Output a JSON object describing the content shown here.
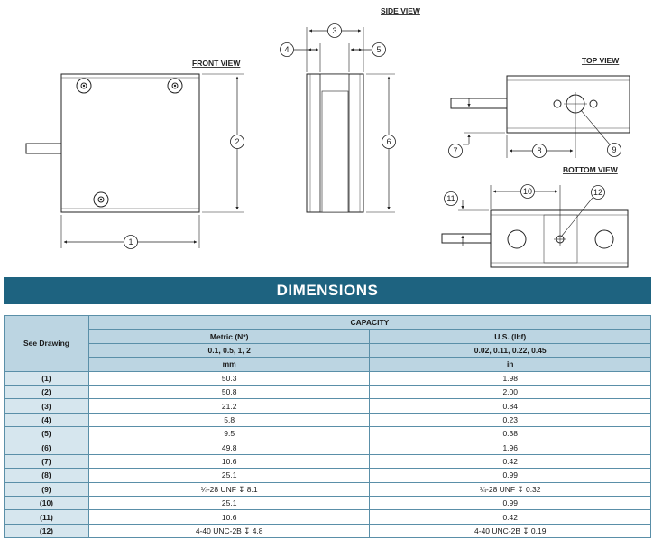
{
  "drawing": {
    "front_view": "FRONT VIEW",
    "side_view": "SIDE VIEW",
    "top_view": "TOP VIEW",
    "bottom_view": "BOTTOM VIEW",
    "callouts": [
      "1",
      "2",
      "3",
      "4",
      "5",
      "6",
      "7",
      "8",
      "9",
      "10",
      "11",
      "12"
    ]
  },
  "section": {
    "title": "DIMENSIONS"
  },
  "table": {
    "see_drawing": "See Drawing",
    "capacity": "CAPACITY",
    "metric": {
      "label": "Metric (N*)",
      "capacities": "0.1, 0.5, 1, 2",
      "unit": "mm"
    },
    "us": {
      "label": "U.S. (lbf)",
      "capacities": "0.02, 0.11, 0.22, 0.45",
      "unit": "in"
    },
    "rows": [
      {
        "ref": "(1)",
        "metric": "50.3",
        "us": "1.98"
      },
      {
        "ref": "(2)",
        "metric": "50.8",
        "us": "2.00"
      },
      {
        "ref": "(3)",
        "metric": "21.2",
        "us": "0.84"
      },
      {
        "ref": "(4)",
        "metric": "5.8",
        "us": "0.23"
      },
      {
        "ref": "(5)",
        "metric": "9.5",
        "us": "0.38"
      },
      {
        "ref": "(6)",
        "metric": "49.8",
        "us": "1.96"
      },
      {
        "ref": "(7)",
        "metric": "10.6",
        "us": "0.42"
      },
      {
        "ref": "(8)",
        "metric": "25.1",
        "us": "0.99"
      },
      {
        "ref": "(9)",
        "metric": "¼-28 UNF ↧ 8.1",
        "us": "¼-28 UNF ↧ 0.32"
      },
      {
        "ref": "(10)",
        "metric": "25.1",
        "us": "0.99"
      },
      {
        "ref": "(11)",
        "metric": "10.6",
        "us": "0.42"
      },
      {
        "ref": "(12)",
        "metric": "4-40 UNC-2B ↧ 4.8",
        "us": "4-40 UNC-2B ↧ 0.19"
      }
    ]
  }
}
